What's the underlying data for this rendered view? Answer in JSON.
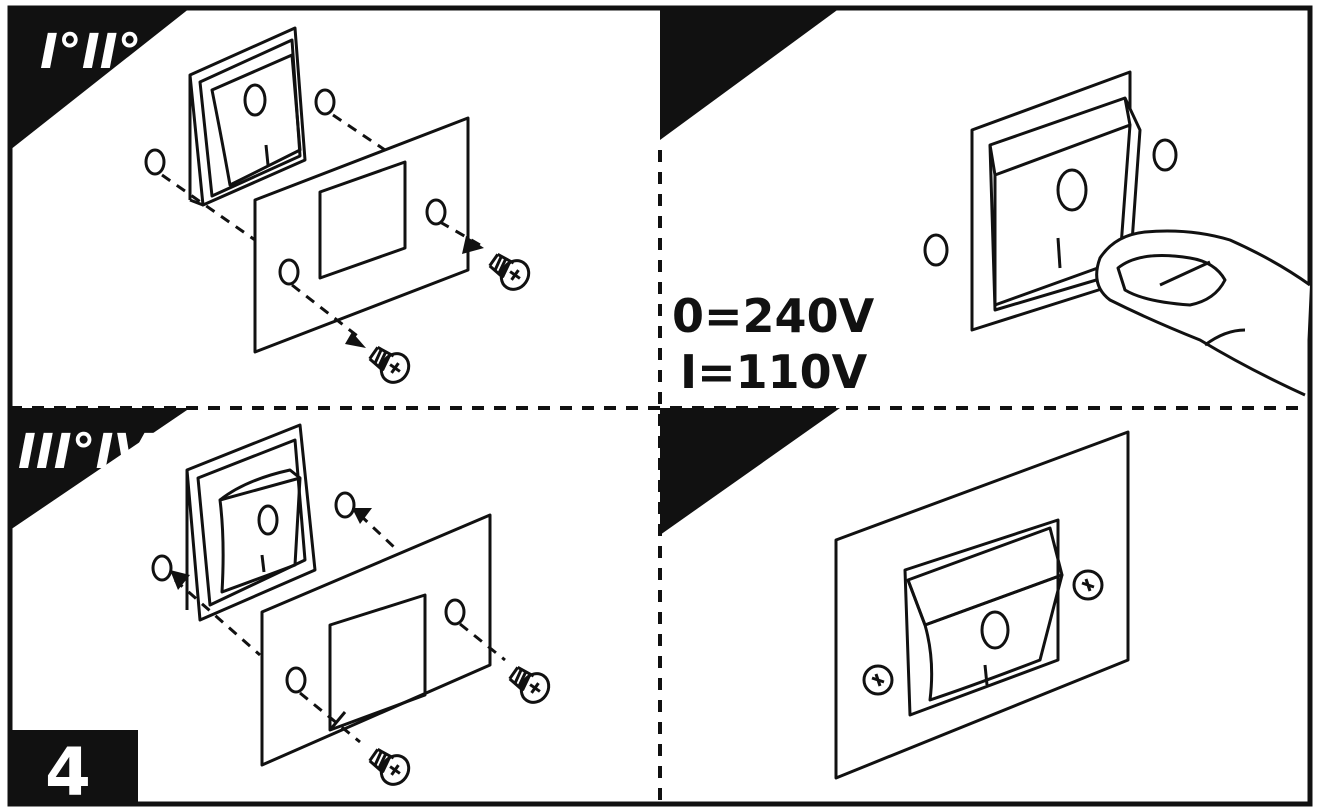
{
  "panels": {
    "top_left": {
      "label": "I°II°"
    },
    "bottom_left": {
      "label": "III°IV"
    }
  },
  "voltage": {
    "line1": "0=240V",
    "line2": "I=110V"
  },
  "step_badge": "4",
  "colors": {
    "ink": "#111111",
    "paper": "#ffffff"
  }
}
